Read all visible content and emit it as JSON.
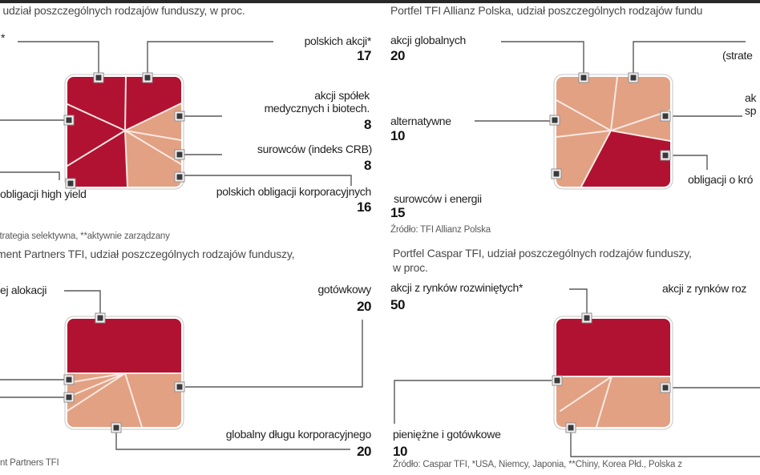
{
  "colors": {
    "dark": "#b21231",
    "salmon": "#e2a183",
    "pieline": "#f9e9e4",
    "conn": "#59595b",
    "dot": "#3a3a3c",
    "title": "#4a4a4a",
    "label": "#1f1f1f",
    "muted": "#5a5a5a",
    "topbar": "#282828"
  },
  "q1": {
    "title": ", udział poszczególnych rodzajów funduszy, w proc.",
    "footnote": "strategia selektywna, **aktywnie zarządzany",
    "labels": {
      "cut_star": "*",
      "polskie_akcje": "polskich akcji*",
      "polskie_akcje_value": "17",
      "spolki_med_1": "akcji spółek",
      "spolki_med_2": "medycznych i biotech.",
      "spolki_med_value": "8",
      "surowce": "surowców (indeks CRB)",
      "surowce_value": "8",
      "obligacje_korp": "polskich obligacji korporacyjnych",
      "obligacje_korp_value": "16",
      "high_yield": "obligacji high yield"
    }
  },
  "q2": {
    "title": "Portfel TFI Allianz Polska, udział poszczególnych rodzajów fundu",
    "source": "Źródło: TFI Allianz Polska",
    "labels": {
      "akcje_globalne": "akcji globalnych",
      "akcje_globalne_value": "20",
      "strate_cut": "(strate",
      "ak_cut": "ak",
      "sp_cut": "sp",
      "obligacje_cut": "obligacji o kró",
      "alternatywne": "alternatywne",
      "alternatywne_value": "10",
      "surowce_energia": "surowców i energii",
      "surowce_energia_value": "15"
    }
  },
  "q3": {
    "title": "ment Partners TFI, udział poszczególnych rodzajów funduszy,",
    "source": "nt Partners TFI",
    "labels": {
      "alokacja_cut": "ej alokacji",
      "gotowkowy": "gotówkowy",
      "gotowkowy_value": "20",
      "globalny": "globalny długu korporacyjnego",
      "globalny_value": "20"
    }
  },
  "q4": {
    "title_line1": "Portfel Caspar TFI, udział poszczególnych rodzajów funduszy,",
    "title_line2": "w proc.",
    "source": "Źródło: Caspar TFI, *USA, Niemcy, Japonia, **Chiny, Korea Płd., Polska z",
    "labels": {
      "rozwiniete": "akcji z rynków rozwiniętych*",
      "rozwiniete_value": "50",
      "rozwijajace_cut": "akcji z rynków roz",
      "pieniezne": "pieniężne i gotówkowe",
      "pieniezne_value": "10"
    }
  },
  "chart_data": [
    {
      "type": "pie",
      "variant": "square-pie",
      "title": ", udział poszczególnych rodzajów funduszy, w proc. (fund name cropped)",
      "slices": [
        {
          "label": "polskich akcji*",
          "value": 17,
          "color": "#b21231"
        },
        {
          "label": "akcji spółek medycznych i biotech.",
          "value": 8,
          "color": "#e2a183"
        },
        {
          "label": "surowców (indeks CRB)",
          "value": 8,
          "color": "#e2a183"
        },
        {
          "label": "polskich obligacji korporacyjnych",
          "value": 16,
          "color": "#e2a183"
        },
        {
          "label": "obligacji high yield",
          "value": null,
          "color": "#b21231"
        },
        {
          "label": "* (label cropped at left edge)",
          "value": null,
          "color": "#b21231"
        }
      ],
      "footnote": "strategia selektywna, **aktywnie zarządzany"
    },
    {
      "type": "pie",
      "variant": "square-pie",
      "title": "Portfel TFI Allianz Polska, udział poszczególnych rodzajów fundu (cropped)",
      "slices": [
        {
          "label": "akcji globalnych",
          "value": 20,
          "color": "#e2a183"
        },
        {
          "label": "alternatywne",
          "value": 10,
          "color": "#e2a183"
        },
        {
          "label": "surowców i energii",
          "value": 15,
          "color": "#e2a183"
        },
        {
          "label": "(strate… (cropped)",
          "value": null,
          "color": "#e2a183"
        },
        {
          "label": "ak… sp… (cropped)",
          "value": null,
          "color": "#e2a183"
        },
        {
          "label": "obligacji o kró… (cropped)",
          "value": null,
          "color": "#b21231"
        }
      ],
      "source": "Źródło: TFI Allianz Polska"
    },
    {
      "type": "pie",
      "variant": "square-pie",
      "title": "ment Partners TFI, udział poszczególnych rodzajów funduszy, (cropped)",
      "slices": [
        {
          "label": "…ej alokacji (cropped)",
          "value": null,
          "color": "#b21231"
        },
        {
          "label": "gotówkowy",
          "value": 20,
          "color": "#e2a183"
        },
        {
          "label": "globalny długu korporacyjnego",
          "value": 20,
          "color": "#e2a183"
        },
        {
          "label": "(two labels cropped at left edge)",
          "value": null,
          "color": "#e2a183"
        }
      ],
      "source": "nt Partners TFI"
    },
    {
      "type": "pie",
      "variant": "square-pie",
      "title": "Portfel Caspar TFI, udział poszczególnych rodzajów funduszy, w proc.",
      "slices": [
        {
          "label": "akcji z rynków rozwiniętych*",
          "value": 50,
          "color": "#b21231"
        },
        {
          "label": "akcji z rynków roz… (cropped)",
          "value": null,
          "color": "#e2a183"
        },
        {
          "label": "pieniężne i gotówkowe",
          "value": 10,
          "color": "#e2a183"
        },
        {
          "label": "(bottom label cropped)",
          "value": null,
          "color": "#e2a183"
        }
      ],
      "source": "Źródło: Caspar TFI, *USA, Niemcy, Japonia, **Chiny, Korea Płd., Polska z"
    }
  ]
}
